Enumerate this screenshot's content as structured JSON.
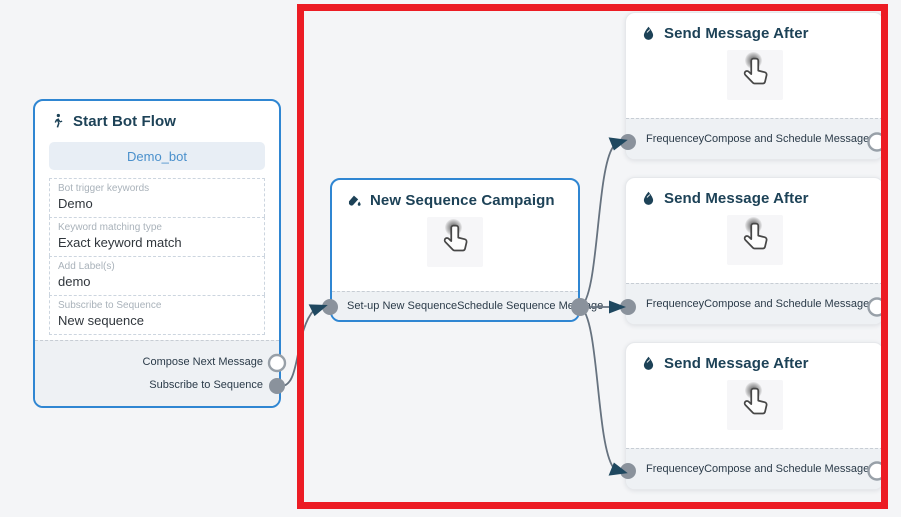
{
  "colors": {
    "canvas_bg": "#f4f5f7",
    "highlight_border": "#ec1c24",
    "node_border_blue": "#2f86d2",
    "header_text": "#1d4257",
    "bot_button_text": "#4a90cc",
    "connector": "#66727f",
    "arrow": "#1f4860",
    "port_fill": "#8a929c"
  },
  "start_node": {
    "title": "Start Bot Flow",
    "bot_button": "Demo_bot",
    "fields": [
      {
        "label": "Bot trigger keywords",
        "value": "Demo"
      },
      {
        "label": "Keyword matching type",
        "value": "Exact keyword match"
      },
      {
        "label": "Add Label(s)",
        "value": "demo"
      },
      {
        "label": "Subscribe to Sequence",
        "value": "New sequence"
      }
    ],
    "outputs": [
      {
        "label": "Compose Next Message"
      },
      {
        "label": "Subscribe to Sequence"
      }
    ]
  },
  "sequence_node": {
    "title": "New Sequence Campaign",
    "input_label": "Set-up New Sequence",
    "output_label": "Schedule Sequence Message"
  },
  "send_nodes": [
    {
      "title": "Send Message After",
      "input_label": "Frequencey",
      "output_label": "Compose and Schedule Message"
    },
    {
      "title": "Send Message After",
      "input_label": "Frequencey",
      "output_label": "Compose and Schedule Message"
    },
    {
      "title": "Send Message After",
      "input_label": "Frequencey",
      "output_label": "Compose and Schedule Message"
    }
  ]
}
